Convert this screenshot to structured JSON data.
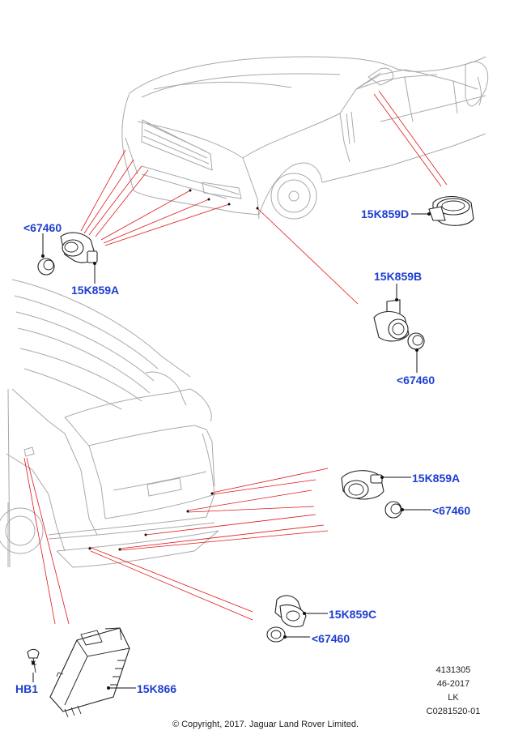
{
  "callouts": {
    "front_left_bracket": "<67460",
    "front_left_sensor": "15K859A",
    "side_sensor": "15K859D",
    "front_right_sensor": "15K859B",
    "front_right_bracket": "<67460",
    "rear_sensor_a": "15K859A",
    "rear_bracket_a": "<67460",
    "rear_sensor_c": "15K859C",
    "rear_bracket_c": "<67460",
    "module": "15K866",
    "bolt": "HB1"
  },
  "reference": {
    "line1": "4131305",
    "line2": "46-2017",
    "line3": "LK",
    "line4": "C0281520-01"
  },
  "copyright": "© Copyright, 2017. Jaguar Land Rover Limited.",
  "colors": {
    "callout_text": "#1f3fd0",
    "leader_red": "#e01818",
    "vehicle_outline": "#a9a9a9",
    "part_outline": "#222222"
  }
}
